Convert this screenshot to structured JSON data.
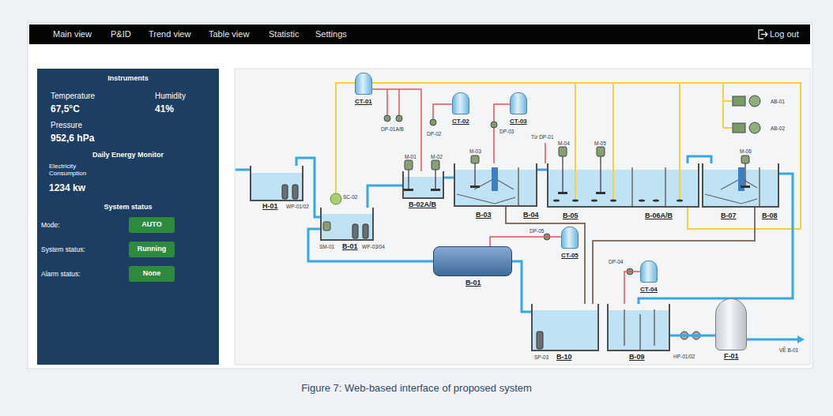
{
  "diagram": {
    "caption": "Figure 7: Web-based interface of proposed system",
    "nodes": [
      {
        "text": [
          "H-01"
        ]
      },
      {
        "text": [
          "B-01"
        ]
      },
      {
        "text": [
          "B-02A/B"
        ]
      },
      {
        "text": [
          "B-03",
          "B-04"
        ]
      },
      {
        "text": [
          "B-05",
          "B-06A/B"
        ]
      },
      {
        "text": [
          "B-07",
          "B-08"
        ]
      },
      {
        "text": [
          "B-01"
        ]
      },
      {
        "text": [
          "B-10"
        ]
      },
      {
        "text": [
          "B-09"
        ]
      },
      {
        "text": [
          "F-01"
        ]
      },
      {
        "text": [
          "CT-01"
        ]
      },
      {
        "text": [
          "CT-02"
        ]
      },
      {
        "text": [
          "CT-03"
        ]
      },
      {
        "text": [
          "CT-05"
        ]
      },
      {
        "text": [
          "CT-04"
        ]
      },
      {
        "text": [
          "AUTO"
        ]
      },
      {
        "text": [
          "Running"
        ]
      },
      {
        "text": [
          "None"
        ]
      }
    ],
    "edges": [
      {
        "from": 0,
        "to": 1,
        "arrow": "none"
      },
      {
        "from": 1,
        "to": 2,
        "arrow": "none"
      },
      {
        "from": 2,
        "to": 3,
        "arrow": "none"
      },
      {
        "from": 3,
        "to": 4,
        "arrow": "none"
      },
      {
        "from": 4,
        "to": 5,
        "arrow": "none"
      },
      {
        "from": 5,
        "to": 8,
        "arrow": "none"
      },
      {
        "from": 8,
        "to": 9,
        "arrow": "none"
      },
      {
        "from": 3,
        "to": 7,
        "arrow": "none"
      },
      {
        "from": 5,
        "to": 7,
        "arrow": "none"
      },
      {
        "from": 7,
        "to": 6,
        "arrow": "none"
      },
      {
        "from": 6,
        "to": 1,
        "arrow": "none"
      },
      {
        "from": 10,
        "to": 2,
        "arrow": "none"
      },
      {
        "from": 13,
        "to": 6,
        "arrow": "none"
      },
      {
        "from": 14,
        "to": 8,
        "arrow": "none"
      }
    ],
    "labels": [
      "Main view",
      "P&ID",
      "Trend view",
      "Table view",
      "Statistic",
      "Settings",
      "Log out",
      "Instruments",
      "Temperature",
      "Humidity",
      "67,5°C",
      "41%",
      "Pressure",
      "952,6 hPa",
      "Daily Energy Monitor",
      "Electricity Consumption",
      "1234 kw",
      "System status",
      "Mode:",
      "System status:",
      "Alarm status:",
      "DP-01A/B",
      "DP-02",
      "DP-03",
      "Từ DP-01",
      "M-04",
      "M-05",
      "M-01",
      "M-03",
      "M-02",
      "M-06",
      "AB-01",
      "AB-02",
      "WP-01/02",
      "SC-02",
      "SM-01",
      "WP-03/04",
      "DP-05",
      "DP-04",
      "SP-03",
      "HP-01/02",
      "VỀ B-01"
    ]
  }
}
